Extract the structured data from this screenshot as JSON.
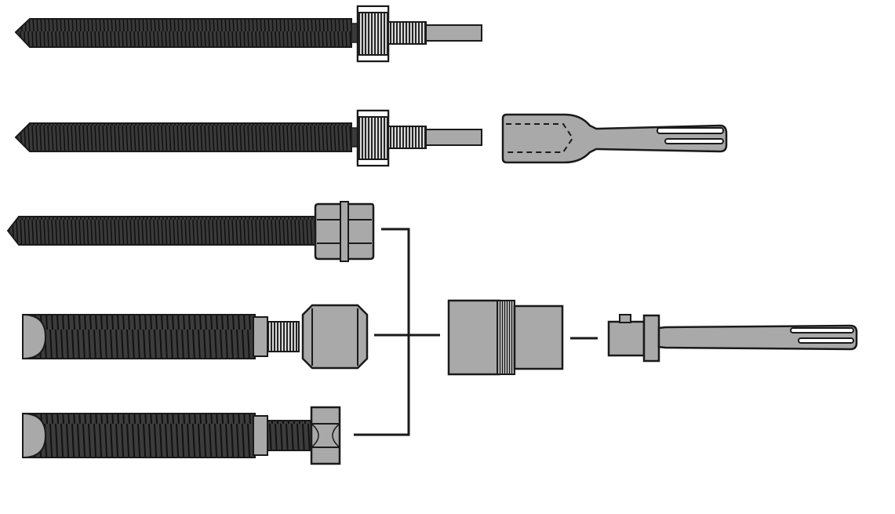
{
  "diagram": {
    "kind": "anchor-rod-setting-tools-assembly",
    "text": [],
    "colors": {
      "outline": "#1a1a1a",
      "thread_dark": "#3a3a3a",
      "thread_line": "#111111",
      "metal_gray": "#a9a9a9",
      "background": "#ffffff"
    },
    "components": [
      {
        "name": "threaded-rod-knurled-nut-shank"
      },
      {
        "name": "threaded-rod-knurled-nut-shank-2"
      },
      {
        "name": "sds-chisel-setting-tool"
      },
      {
        "name": "threaded-rod-hex-socket"
      },
      {
        "name": "internal-thread-anchor-hex-head"
      },
      {
        "name": "internal-thread-anchor-hex-nut"
      },
      {
        "name": "socket-adapter"
      },
      {
        "name": "sds-plus-adapter-shank"
      },
      {
        "name": "connector-bracket-lines"
      }
    ]
  }
}
